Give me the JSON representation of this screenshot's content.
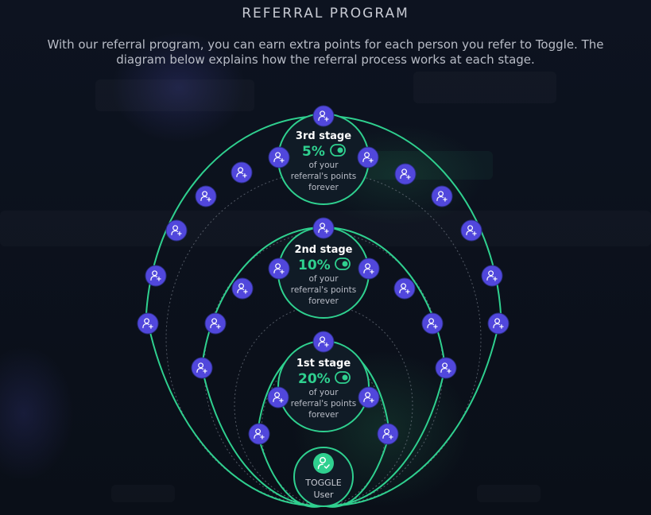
{
  "header": {
    "title": "REFERRAL PROGRAM",
    "description_line1": "With our referral program, you can earn extra points for each person you refer to Toggle. The",
    "description_line2": "diagram below explains how the referral process works at each stage."
  },
  "stages": [
    {
      "label": "3rd stage",
      "percent": "5%",
      "desc_line1": "of your",
      "desc_line2": "referral's points",
      "desc_line3": "forever"
    },
    {
      "label": "2nd stage",
      "percent": "10%",
      "desc_line1": "of your",
      "desc_line2": "referral's points",
      "desc_line3": "forever"
    },
    {
      "label": "1st stage",
      "percent": "20%",
      "desc_line1": "of your",
      "desc_line2": "referral's points",
      "desc_line3": "forever"
    }
  ],
  "center_user": {
    "line1": "TOGGLE",
    "line2": "User"
  },
  "icons": {
    "referral_node": "user-plus-icon",
    "toggle_badge": "toggle-icon",
    "center_user": "user-check-icon"
  },
  "colors": {
    "accent_green": "#2fd08f",
    "node_purple": "#5147dc",
    "circle_fill": "#101b26",
    "background": "#0b1019"
  }
}
